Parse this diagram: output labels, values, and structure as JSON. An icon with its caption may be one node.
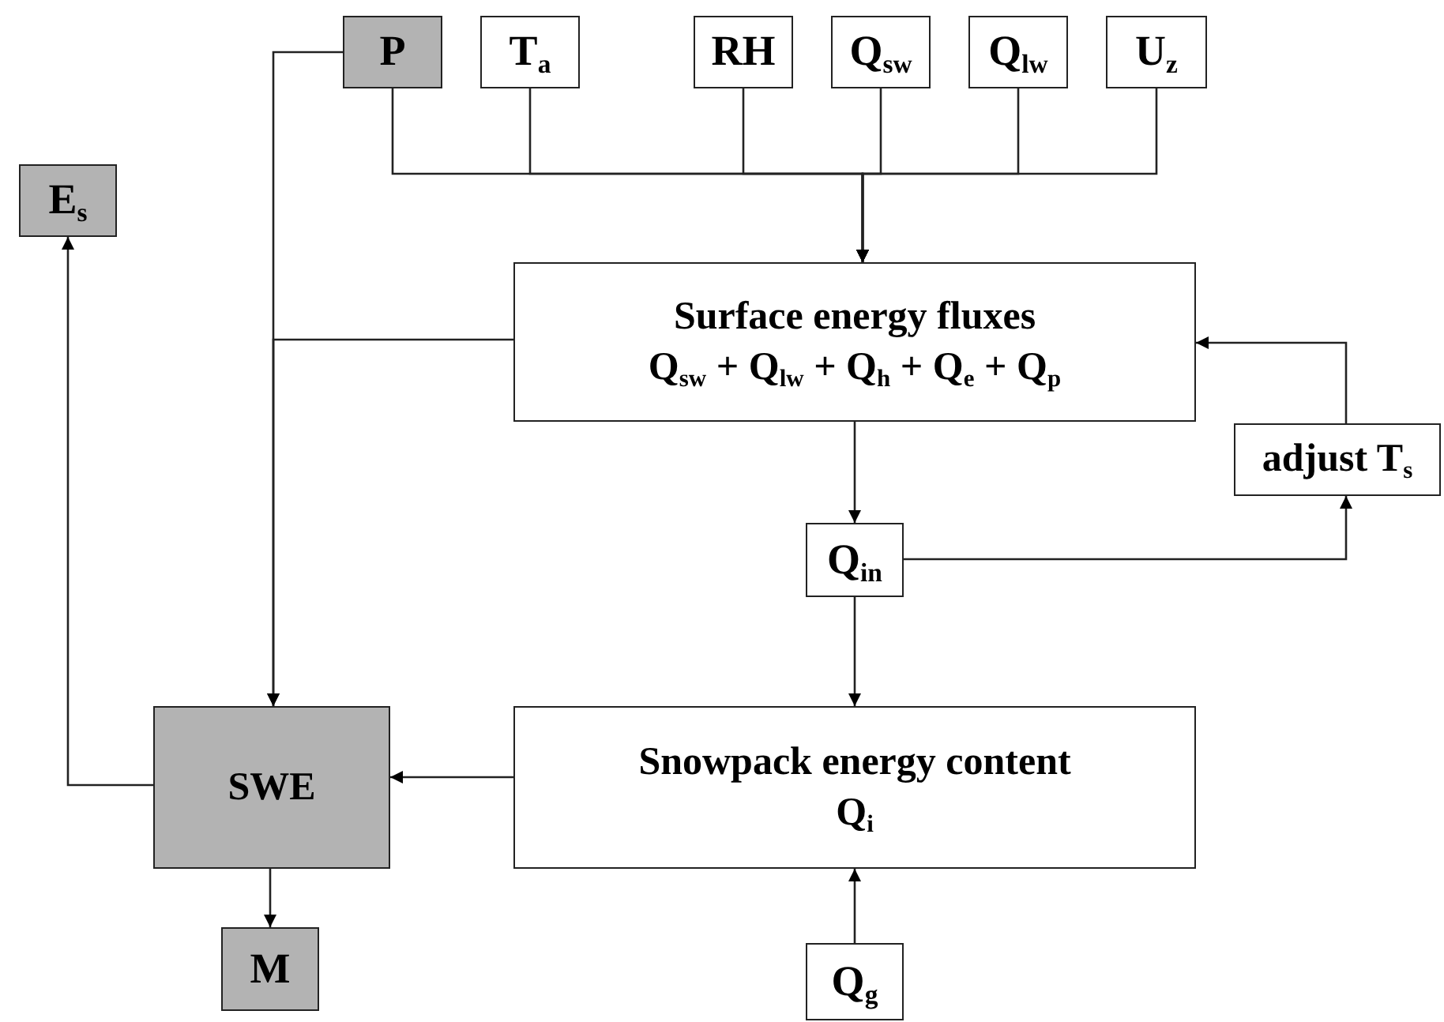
{
  "diagram": {
    "nodes": [
      {
        "text": [
          "P"
        ]
      },
      {
        "text": [
          "T$_{a}$"
        ]
      },
      {
        "text": [
          "RH"
        ]
      },
      {
        "text": [
          "Q$_{sw}$"
        ]
      },
      {
        "text": [
          "Q$_{lw}$"
        ]
      },
      {
        "text": [
          "U$_{z}$"
        ]
      },
      {
        "text": [
          "E$_{s}$"
        ]
      },
      {
        "text": [
          "Surface energy fluxes",
          "Q$_{sw}$ + Q$_{lw}$ + Q$_{h}$ + Q$_{e}$ + Q$_{p}$"
        ]
      },
      {
        "text": [
          "adjust T$_{s}$"
        ]
      },
      {
        "text": [
          "Q$_{in}$"
        ]
      },
      {
        "text": [
          "SWE"
        ]
      },
      {
        "text": [
          "Snowpack energy content",
          "Q$_{i}$"
        ]
      },
      {
        "text": [
          "M"
        ]
      },
      {
        "text": [
          "Q$_{g}$"
        ]
      }
    ],
    "edges": [
      {
        "from": 0,
        "to": 7,
        "arrow": "to"
      },
      {
        "from": 1,
        "to": 7,
        "arrow": "to"
      },
      {
        "from": 2,
        "to": 7,
        "arrow": "to"
      },
      {
        "from": 3,
        "to": 7,
        "arrow": "to"
      },
      {
        "from": 4,
        "to": 7,
        "arrow": "to"
      },
      {
        "from": 5,
        "to": 7,
        "arrow": "to"
      },
      {
        "from": 0,
        "to": 10,
        "arrow": "to"
      },
      {
        "from": 7,
        "to": 10,
        "arrow": "to"
      },
      {
        "from": 7,
        "to": 9,
        "arrow": "to"
      },
      {
        "from": 9,
        "to": 8,
        "arrow": "to"
      },
      {
        "from": 8,
        "to": 7,
        "arrow": "to"
      },
      {
        "from": 9,
        "to": 11,
        "arrow": "to"
      },
      {
        "from": 11,
        "to": 10,
        "arrow": "to"
      },
      {
        "from": 10,
        "to": 6,
        "arrow": "to"
      },
      {
        "from": 10,
        "to": 12,
        "arrow": "to"
      },
      {
        "from": 13,
        "to": 11,
        "arrow": "to"
      }
    ]
  }
}
